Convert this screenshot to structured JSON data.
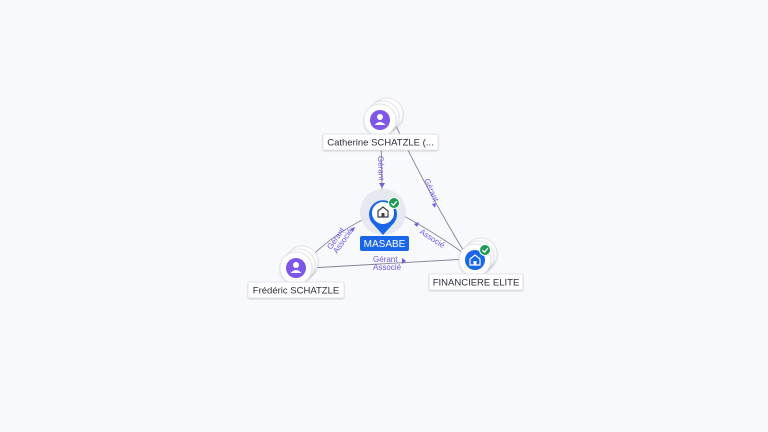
{
  "nodes": {
    "catherine": {
      "label": "Catherine SCHATZLE (...",
      "icon": "person-icon",
      "color": "#7e57e8"
    },
    "frederic": {
      "label": "Frédéric SCHATZLE",
      "icon": "person-icon",
      "color": "#7e57e8"
    },
    "masabe": {
      "label": "MASABE",
      "icon": "company-icon",
      "color": "#1a66e8",
      "badge": "verified-check-icon"
    },
    "financiere": {
      "label": "FINANCIERE ELITE",
      "icon": "company-icon",
      "color": "#1a66e8",
      "badge": "verified-check-icon"
    }
  },
  "edges": {
    "catherine_masabe": "Gérant",
    "catherine_financiere": "Gérant",
    "frederic_masabe_1": "Gérant",
    "frederic_masabe_2": "Associé",
    "frederic_financiere_1": "Gérant",
    "frederic_financiere_2": "Associé",
    "financiere_masabe": "Associé"
  },
  "colors": {
    "person": "#7e57e8",
    "company": "#1a66e8",
    "verified": "#1e9b55",
    "relation_text": "#6d5ce8"
  }
}
